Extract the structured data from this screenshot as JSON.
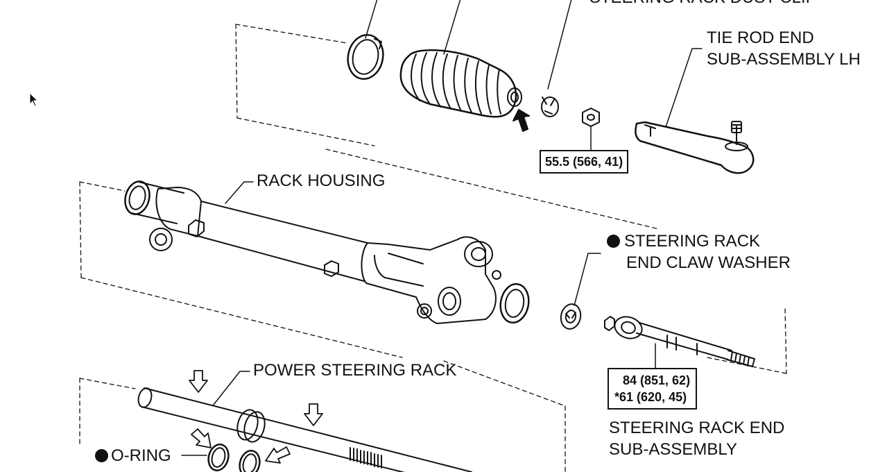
{
  "labels": {
    "dust_clip": "STEERING RACK DUST CLIP",
    "tie_rod_line1": "TIE ROD END",
    "tie_rod_line2": "SUB-ASSEMBLY LH",
    "rack_housing": "RACK HOUSING",
    "claw_washer_line1": "STEERING RACK",
    "claw_washer_line2": "END CLAW WASHER",
    "power_steering_rack": "POWER STEERING RACK",
    "o_ring": "O-RING",
    "rack_end_line1": "STEERING RACK END",
    "rack_end_line2": "SUB-ASSEMBLY"
  },
  "torques": {
    "tie_rod_nut": "55.5 (566, 41)",
    "rack_end_1": "84 (851, 62)",
    "rack_end_2_mark": "*",
    "rack_end_2": "61 (620, 45)"
  },
  "icons": {
    "non_reusable_part": "black-dot-icon",
    "apply_grease": "hollow-arrow-icon",
    "alignment_mark": "solid-arrow-icon",
    "pointer": "mouse-pointer-icon"
  }
}
